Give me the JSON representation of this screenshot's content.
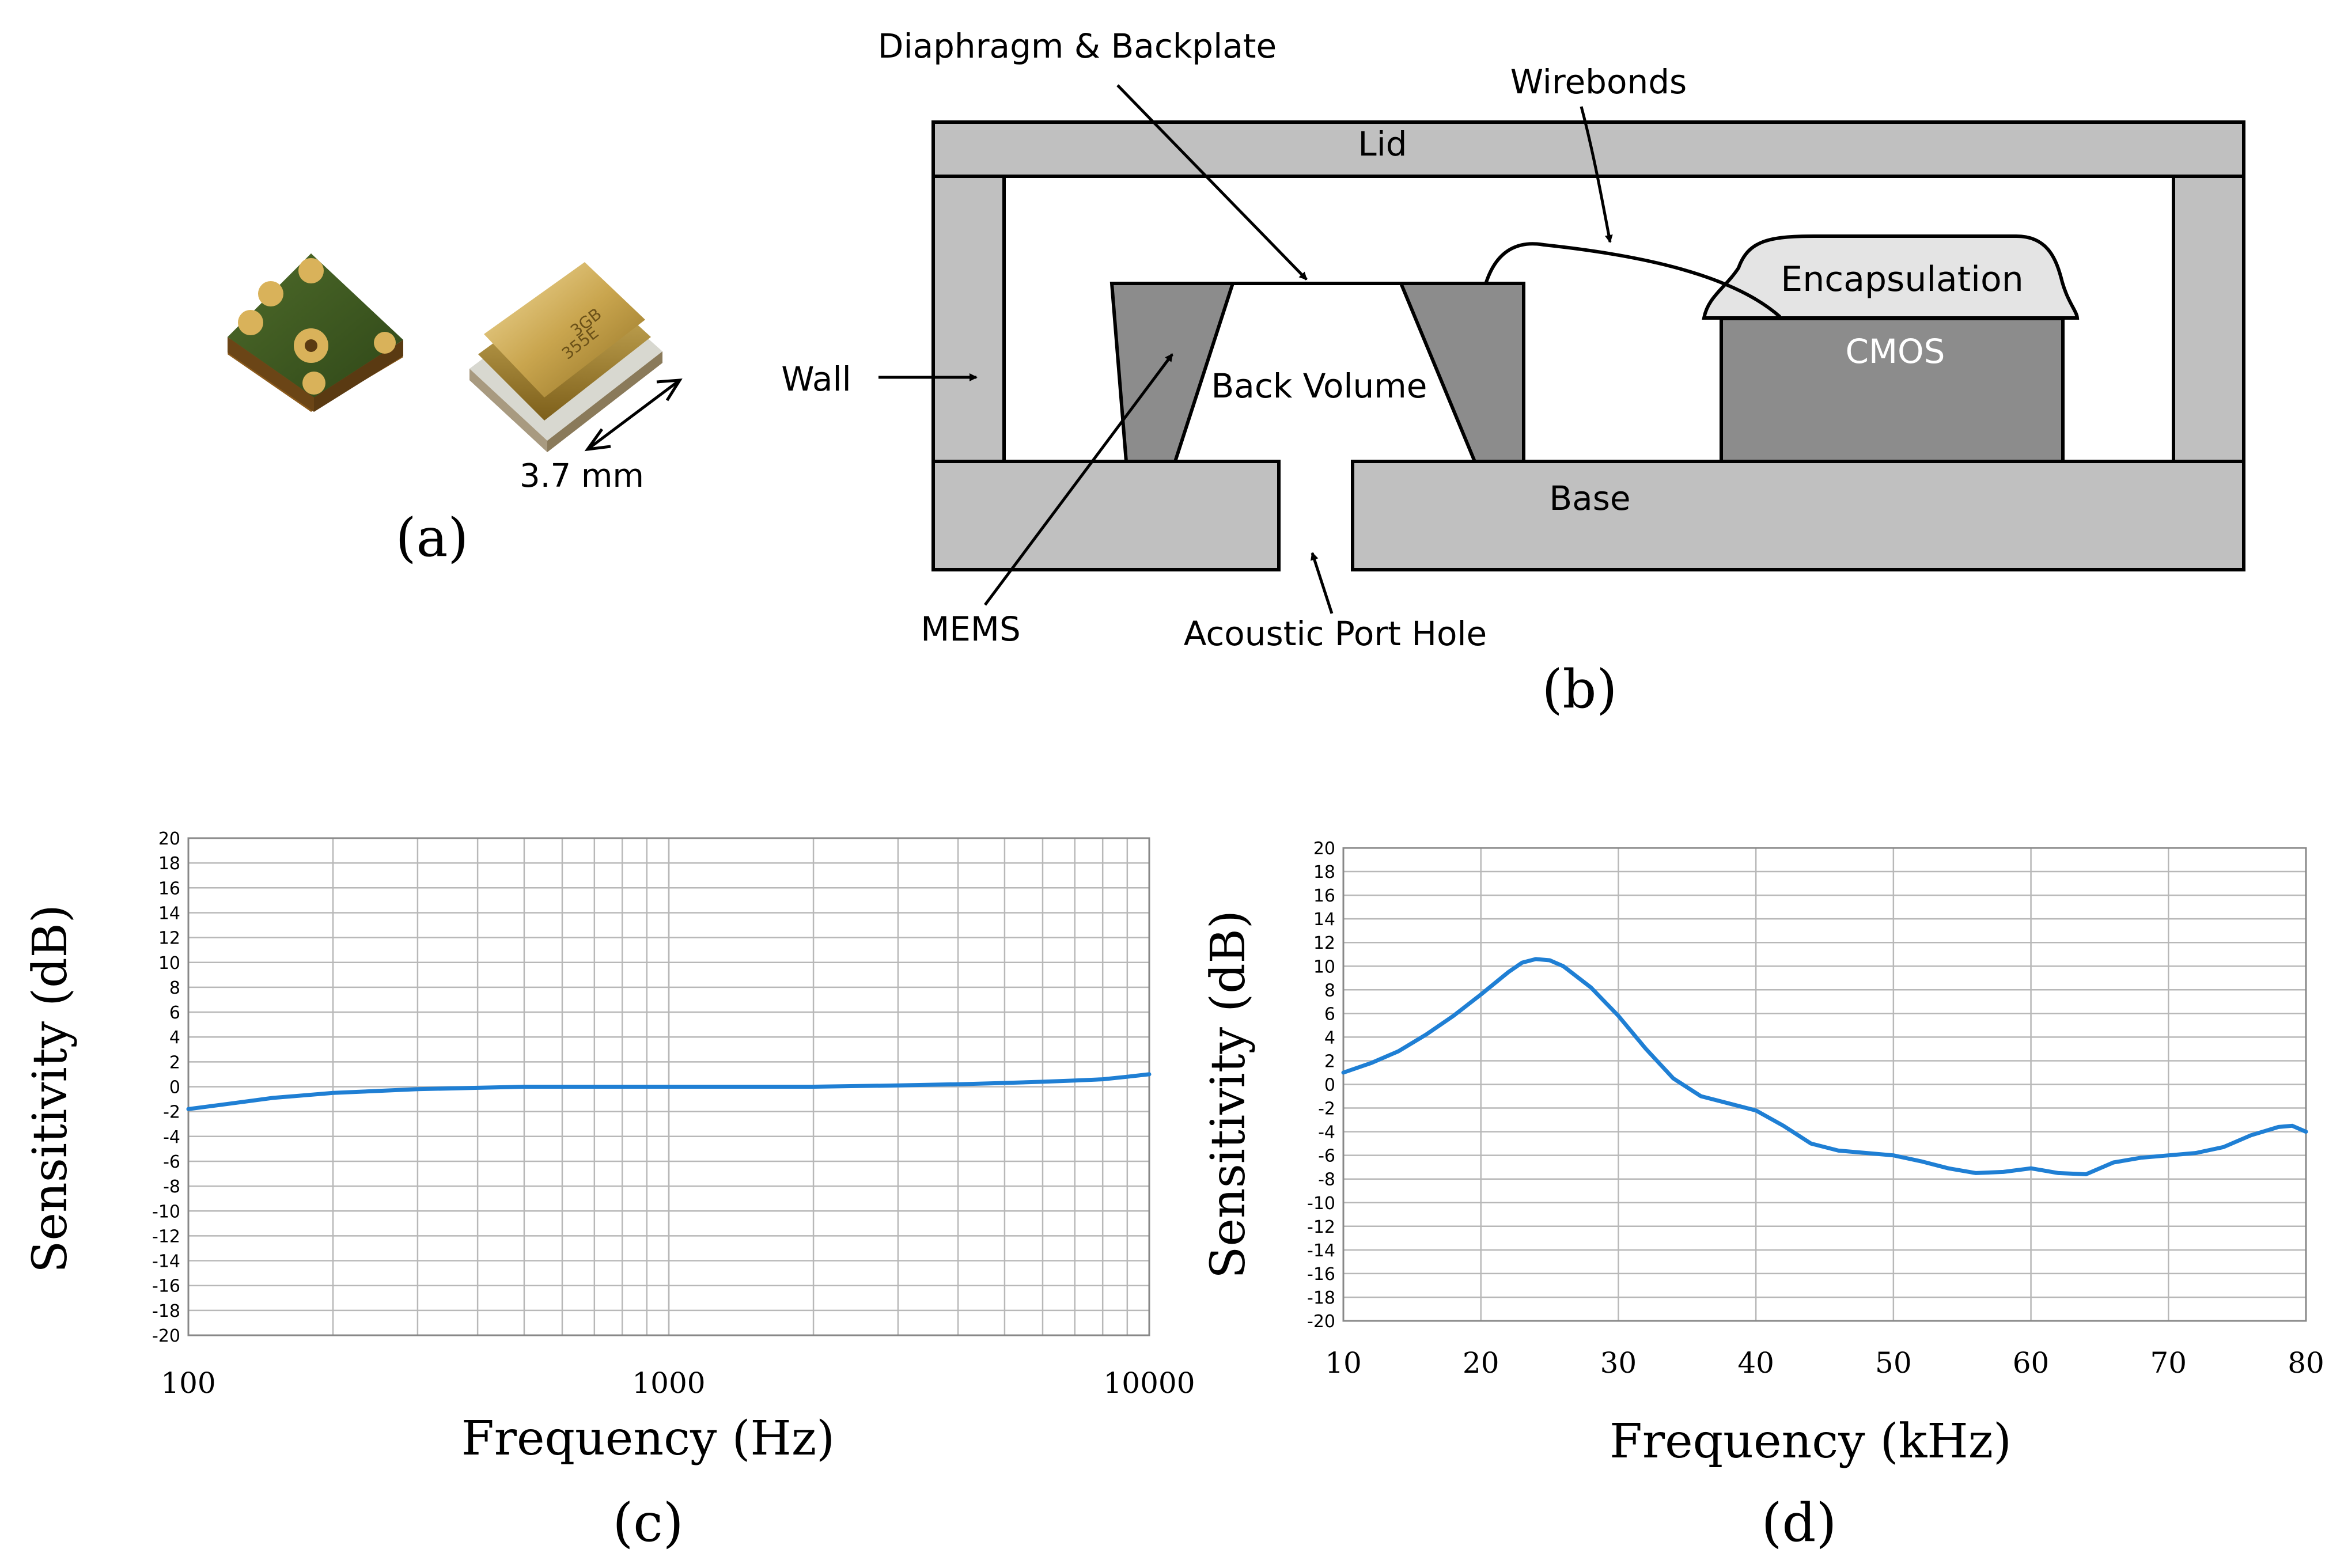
{
  "figure": {
    "panel_a": {
      "label": "(a)",
      "dimension_label": "3.7 mm",
      "chip_marking_line1": "3GB",
      "chip_marking_line2": "355E"
    },
    "panel_b": {
      "label": "(b)",
      "parts": {
        "lid": "Lid",
        "wall": "Wall",
        "base": "Base",
        "back_volume": "Back Volume",
        "cmos": "CMOS",
        "encapsulation": "Encapsulation",
        "diaphragm": "Diaphragm & Backplate",
        "wirebonds": "Wirebonds",
        "mems": "MEMS",
        "port": "Acoustic Port Hole"
      },
      "colors": {
        "light": "#c0c0c0",
        "dark": "#8c8c8c",
        "encapsulation": "#e4e4e4"
      }
    },
    "panel_c": {
      "label": "(c)"
    },
    "panel_d": {
      "label": "(d)"
    }
  },
  "chart_data": [
    {
      "type": "line",
      "xlabel": "Frequency (Hz)",
      "ylabel": "Sensitivity (dB)",
      "xscale": "log",
      "xlim": [
        100,
        10000
      ],
      "ylim": [
        -20,
        20
      ],
      "xticks": [
        "100",
        "1000",
        "10000"
      ],
      "yticks": [
        "20",
        "18",
        "16",
        "14",
        "12",
        "10",
        "8",
        "6",
        "4",
        "2",
        "0",
        "-2",
        "-4",
        "-6",
        "-8",
        "-10",
        "-12",
        "-14",
        "-16",
        "-18",
        "-20"
      ],
      "grid": true,
      "color": "#1f7fd4",
      "series": [
        {
          "x": [
            100,
            120,
            150,
            200,
            300,
            500,
            800,
            1000,
            1500,
            2000,
            3000,
            4000,
            5000,
            6000,
            7000,
            8000,
            9000,
            10000
          ],
          "y": [
            -1.8,
            -1.4,
            -0.9,
            -0.5,
            -0.2,
            0.0,
            0.0,
            0.0,
            0.0,
            0.0,
            0.1,
            0.2,
            0.3,
            0.4,
            0.5,
            0.6,
            0.8,
            1.0
          ]
        }
      ]
    },
    {
      "type": "line",
      "xlabel": "Frequency (kHz)",
      "ylabel": "Sensitivity (dB)",
      "xlim": [
        10,
        80
      ],
      "ylim": [
        -20,
        20
      ],
      "xticks": [
        "10",
        "20",
        "30",
        "40",
        "50",
        "60",
        "70",
        "80"
      ],
      "yticks": [
        "20",
        "18",
        "16",
        "14",
        "12",
        "10",
        "8",
        "6",
        "4",
        "2",
        "0",
        "-2",
        "-4",
        "-6",
        "-8",
        "-10",
        "-12",
        "-14",
        "-16",
        "-18",
        "-20"
      ],
      "grid": true,
      "color": "#1f7fd4",
      "series": [
        {
          "x": [
            10,
            12,
            14,
            16,
            18,
            20,
            22,
            23,
            24,
            25,
            26,
            28,
            30,
            32,
            34,
            36,
            38,
            40,
            42,
            44,
            46,
            48,
            50,
            52,
            54,
            56,
            58,
            60,
            62,
            64,
            66,
            68,
            70,
            72,
            74,
            76,
            78,
            79,
            80
          ],
          "y": [
            1.0,
            1.8,
            2.8,
            4.2,
            5.8,
            7.6,
            9.5,
            10.3,
            10.6,
            10.5,
            10.0,
            8.2,
            5.8,
            3.0,
            0.5,
            -1.0,
            -1.6,
            -2.2,
            -3.5,
            -5.0,
            -5.6,
            -5.8,
            -6.0,
            -6.5,
            -7.1,
            -7.5,
            -7.4,
            -7.1,
            -7.5,
            -7.6,
            -6.6,
            -6.2,
            -6.0,
            -5.8,
            -5.3,
            -4.3,
            -3.6,
            -3.5,
            -4.0
          ]
        }
      ]
    }
  ]
}
